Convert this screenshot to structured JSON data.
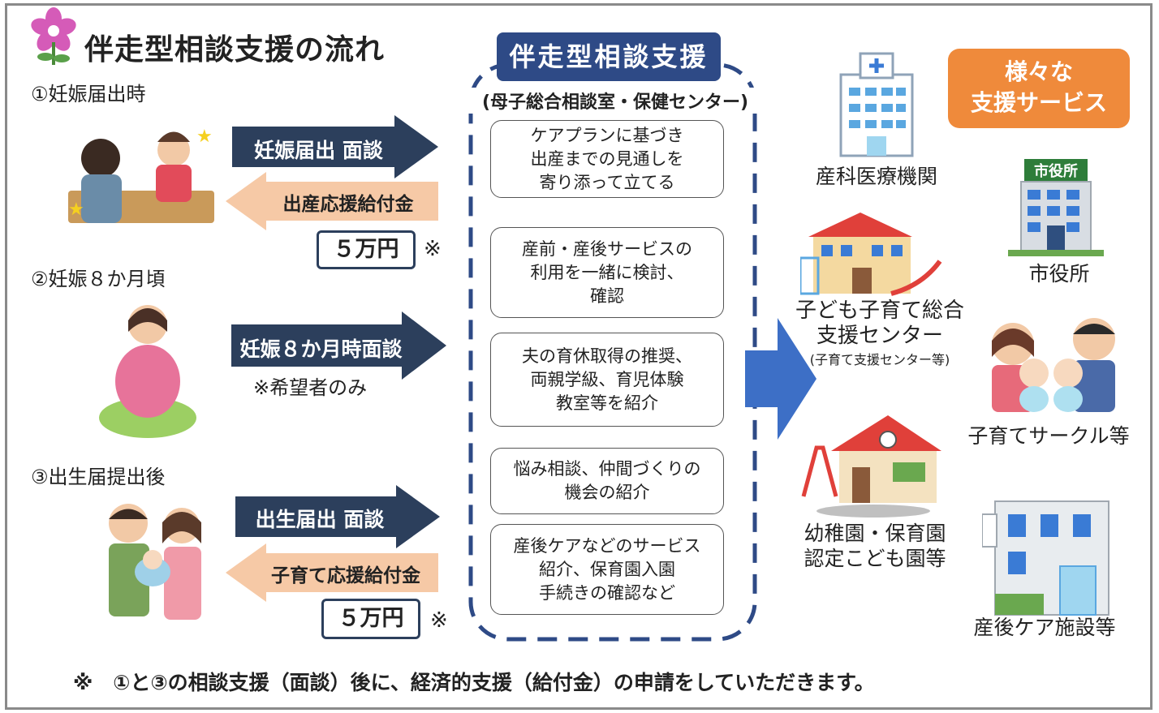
{
  "title": "伴走型相談支援の流れ",
  "steps": [
    {
      "label": "①妊娠届出時"
    },
    {
      "label": "②妊娠８か月頃"
    },
    {
      "label": "③出生届提出後"
    }
  ],
  "arrows": {
    "s1_right": "妊娠届出 面談",
    "s1_left": "出産応援給付金",
    "s1_amount": "５万円",
    "s1_mark": "※",
    "s2_right": "妊娠８か月時面談",
    "s2_note": "※希望者のみ",
    "s3_right": "出生届出 面談",
    "s3_left": "子育て応援給付金",
    "s3_amount": "５万円",
    "s3_mark": "※"
  },
  "center": {
    "header": "伴走型相談支援",
    "subheader": "(母子総合相談室・保健センター)",
    "cards": [
      "ケアプランに基づき\n出産までの見通しを\n寄り添って立てる",
      "産前・産後サービスの\n利用を一緒に検討、\n確認",
      "夫の育休取得の推奨、\n両親学級、育児体験\n教室等を紹介",
      "悩み相談、仲間づくりの\n機会の紹介",
      "産後ケアなどのサービス\n紹介、保育園入園\n手続きの確認など"
    ]
  },
  "services": {
    "header": "様々な\n支援サービス",
    "items": {
      "hospital": "産科医療機関",
      "cityhall_sign": "市役所",
      "cityhall": "市役所",
      "center": "子ども子育て総合\n支援センター",
      "center_sub": "(子育て支援センター等)",
      "circle": "子育てサークル等",
      "kinder": "幼稚園・保育園\n認定こども園等",
      "postnatal": "産後ケア施設等"
    }
  },
  "footer": "※　①と③の相談支援（面談）後に、経済的支援（給付金）の申請をしていただきます。",
  "colors": {
    "navy": "#2e4a86",
    "arrow_dark": "#2c3f5c",
    "arrow_orange": "#f6c9a6",
    "service_orange": "#ef8a3b",
    "big_arrow": "#3d6fc6"
  }
}
